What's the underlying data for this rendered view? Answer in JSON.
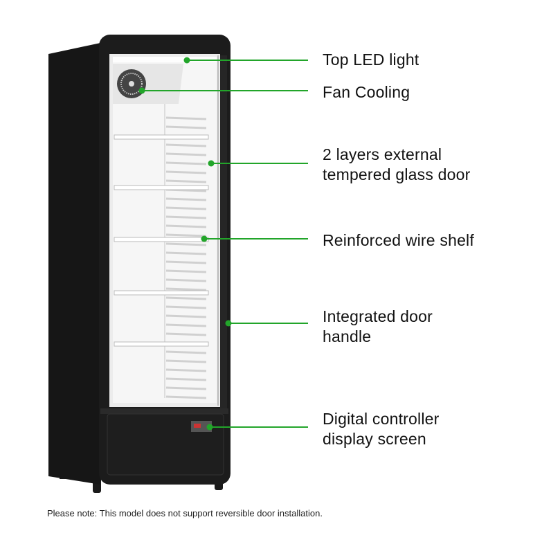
{
  "accent_color": "#22a52a",
  "callouts": [
    {
      "id": "top-led-light",
      "lines": [
        "Top LED light"
      ]
    },
    {
      "id": "fan-cooling",
      "lines": [
        "Fan Cooling"
      ]
    },
    {
      "id": "glass-door",
      "lines": [
        "2 layers external",
        "tempered glass door"
      ]
    },
    {
      "id": "wire-shelf",
      "lines": [
        "Reinforced wire shelf"
      ]
    },
    {
      "id": "door-handle",
      "lines": [
        "Integrated door",
        "handle"
      ]
    },
    {
      "id": "digital-controller",
      "lines": [
        "Digital controller",
        "display screen"
      ]
    }
  ],
  "note": "Please note: This model does not support reversible door installation."
}
